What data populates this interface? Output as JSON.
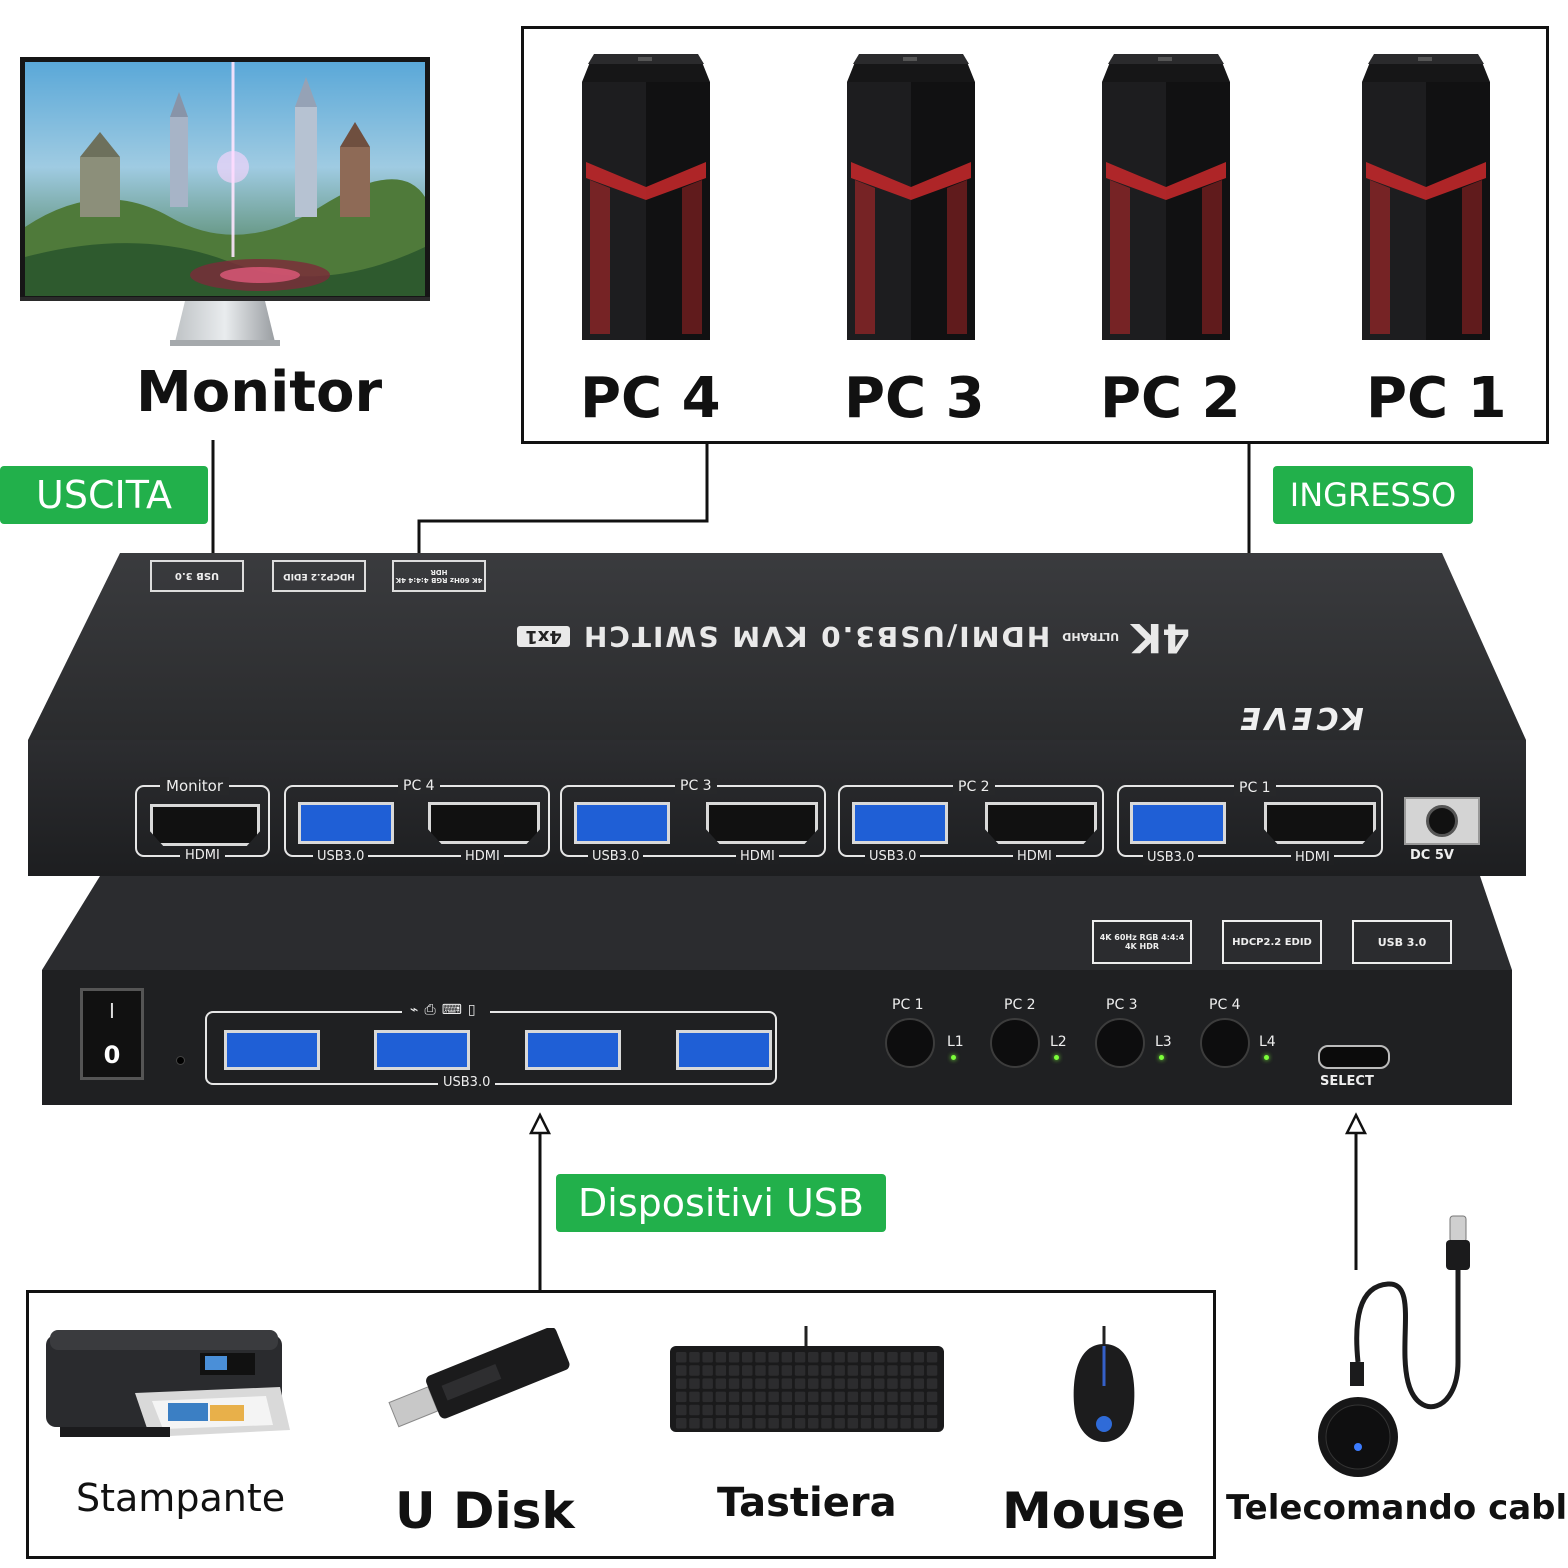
{
  "monitor": {
    "label": "Monitor"
  },
  "pcs": [
    {
      "label": "PC 4"
    },
    {
      "label": "PC 3"
    },
    {
      "label": "PC 2"
    },
    {
      "label": "PC 1"
    }
  ],
  "tags": {
    "output": "USCITA",
    "input": "INGRESSO",
    "usb_devices": "Dispositivi USB"
  },
  "device_top": {
    "brand": "KCEVE",
    "title": "HDMI/USB3.0 KVM SWITCH",
    "title_badge": "4x1",
    "resolution_badge": "4K",
    "resolution_sub": "ULTRAHD",
    "top_badges": [
      "USB 3.0",
      "HDCP2.2 EDID",
      "4K 60Hz RGB 4:4:4 4K HDR"
    ]
  },
  "rear_panel": {
    "monitor_group": {
      "label": "Monitor",
      "port": "HDMI"
    },
    "pc_groups": [
      {
        "label": "PC 4",
        "usb": "USB3.0",
        "hdmi": "HDMI"
      },
      {
        "label": "PC 3",
        "usb": "USB3.0",
        "hdmi": "HDMI"
      },
      {
        "label": "PC 2",
        "usb": "USB3.0",
        "hdmi": "HDMI"
      },
      {
        "label": "PC 1",
        "usb": "USB3.0",
        "hdmi": "HDMI"
      }
    ],
    "power": "DC 5V"
  },
  "front_panel": {
    "power_switch": {
      "on": "I",
      "off": "0"
    },
    "usb_label": "USB3.0",
    "buttons": [
      {
        "label": "PC 1",
        "led": "L1"
      },
      {
        "label": "PC 2",
        "led": "L2"
      },
      {
        "label": "PC 3",
        "led": "L3"
      },
      {
        "label": "PC 4",
        "led": "L4"
      }
    ],
    "select_label": "SELECT",
    "badges": [
      "4K 60Hz RGB 4:4:4 4K HDR",
      "HDCP2.2 EDID",
      "USB 3.0"
    ]
  },
  "devices": [
    {
      "label": "Stampante"
    },
    {
      "label": "U Disk"
    },
    {
      "label": "Tastiera"
    },
    {
      "label": "Mouse"
    }
  ],
  "remote": {
    "label": "Telecomando cablato"
  },
  "colors": {
    "tag_green": "#22b04b",
    "usb_blue": "#1f5fd6",
    "led_green": "#7cff3a",
    "device_body": "#1e1e20",
    "tower_red": "#c0282a"
  }
}
